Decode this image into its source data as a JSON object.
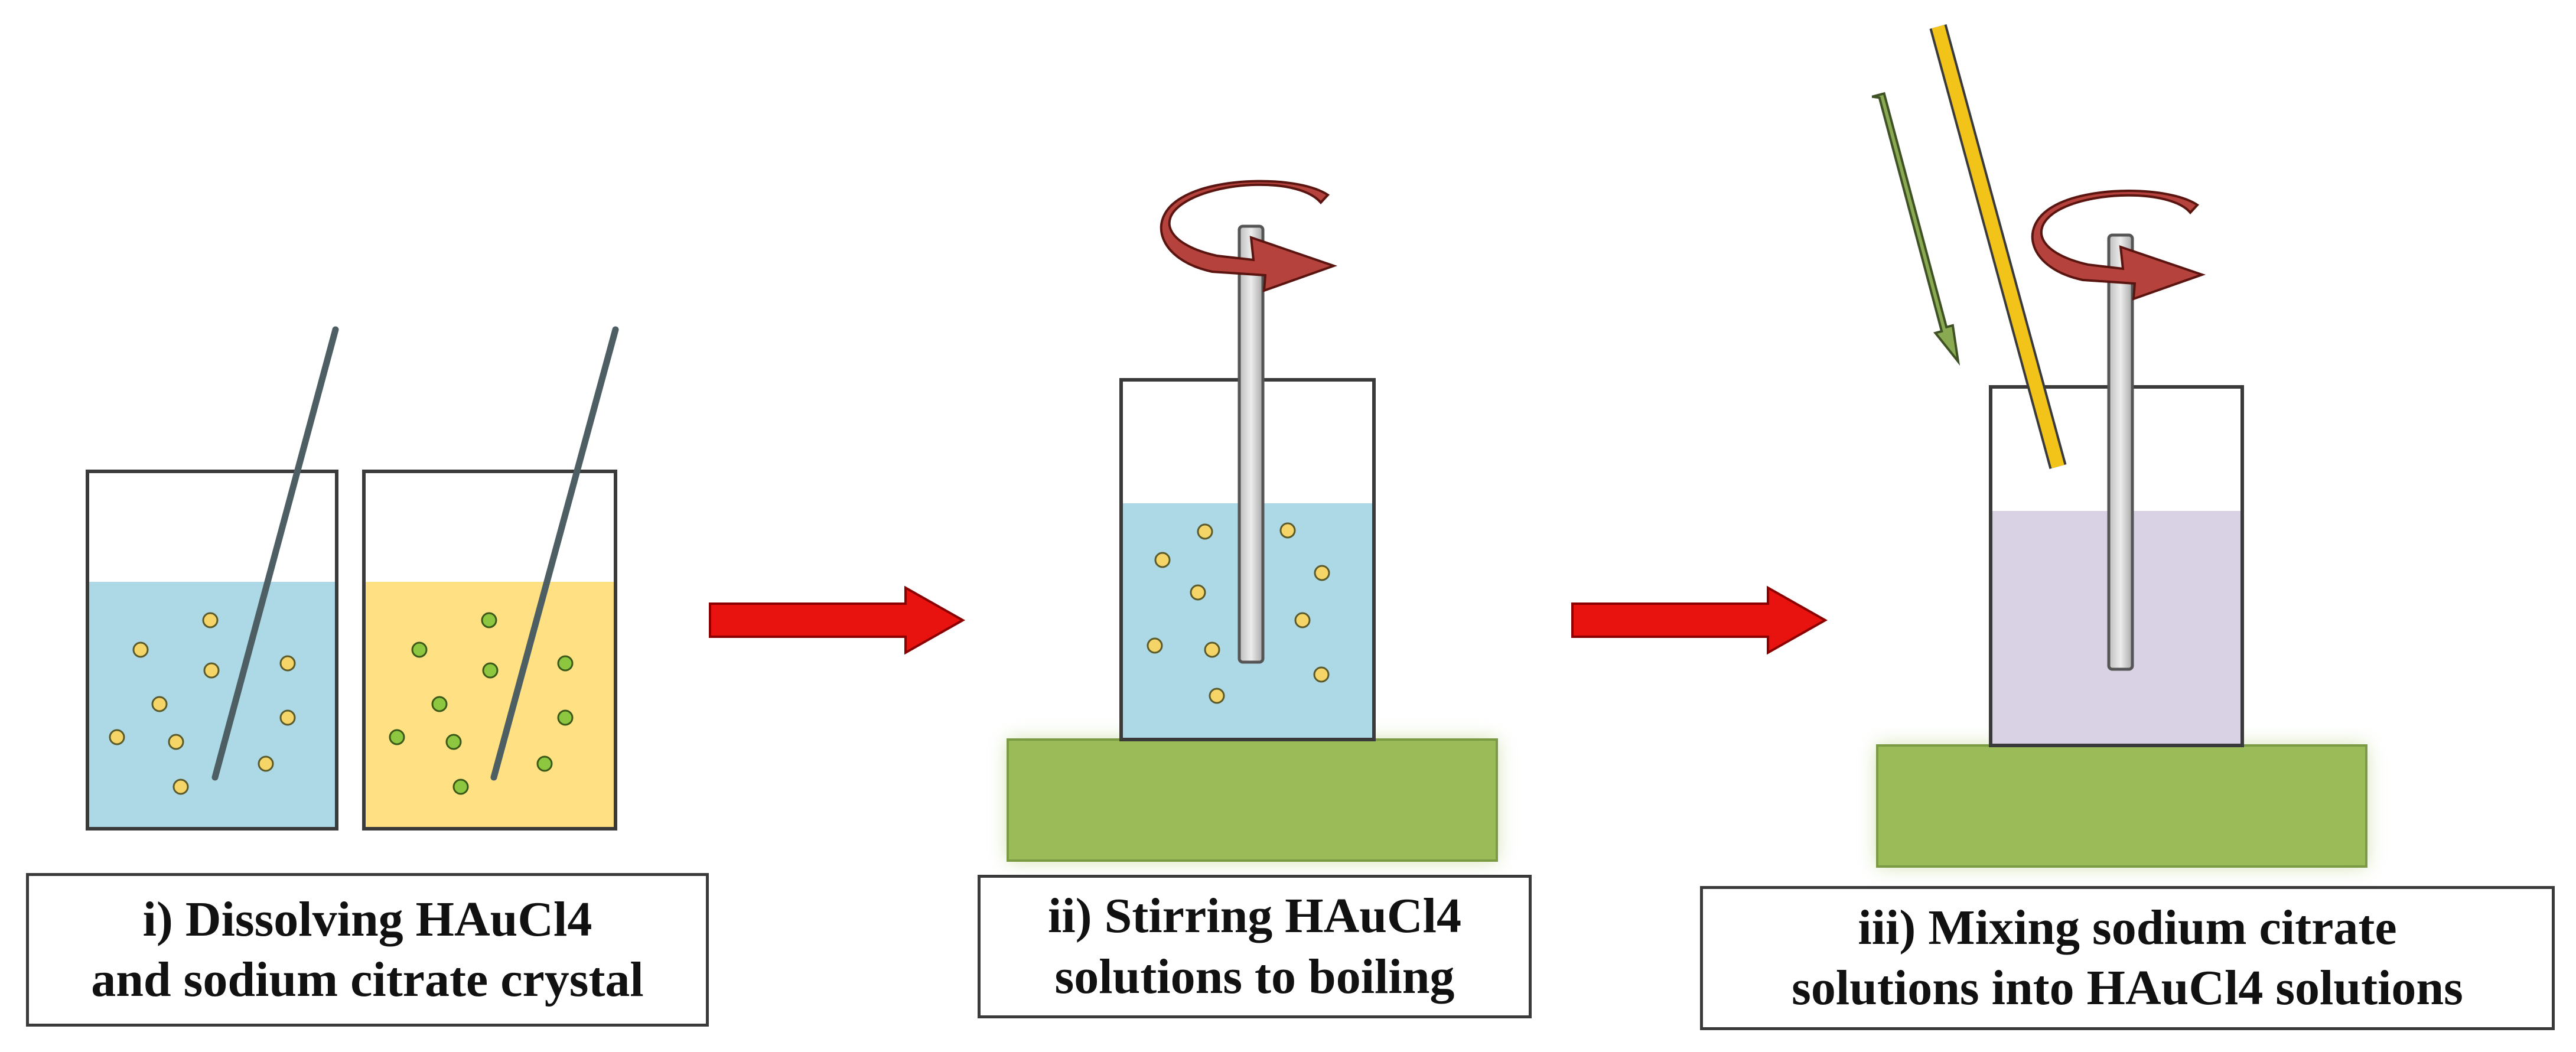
{
  "steps": [
    {
      "line1": "i) Dissolving HAuCl4",
      "line2": "and sodium citrate crystal"
    },
    {
      "line1": "ii) Stirring HAuCl4",
      "line2": "solutions to boiling"
    },
    {
      "line1": "iii) Mixing sodium citrate",
      "line2": "solutions into HAuCl4 solutions"
    }
  ],
  "colors": {
    "water_blue": "#ADD8E6",
    "citrate_yellow": "#FFE082",
    "mixed_lavender": "#D8D2E4",
    "hotplate_green": "#9BBB59",
    "process_arrow_red": "#E8120E",
    "rotation_arrow_red": "#B5423C",
    "pour_rod_yellow": "#F2C318",
    "pour_arrow_green": "#8AAA52",
    "particle_gold": "#F6D568",
    "particle_green": "#8DC63F"
  }
}
